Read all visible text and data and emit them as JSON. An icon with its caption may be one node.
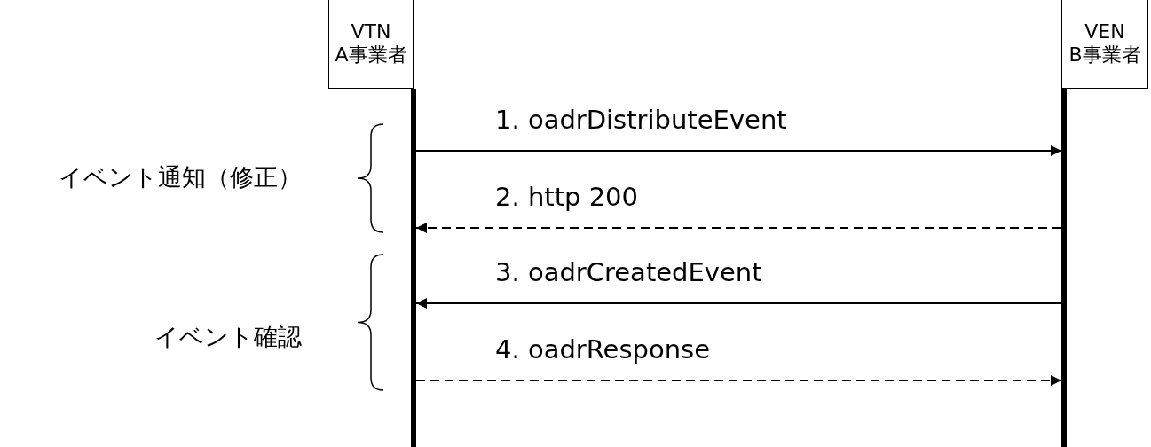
{
  "diagram": {
    "nodes": [
      {
        "text": [
          "VTN",
          "A事業者"
        ]
      },
      {
        "text": [
          "VEN",
          "B事業者"
        ]
      },
      {
        "text": [],
        "shape": "bar"
      },
      {
        "text": [],
        "shape": "bar"
      }
    ],
    "edges": [
      {
        "from": 2,
        "to": 3,
        "arrow": "to",
        "label": "1. oadrDistributeEvent"
      },
      {
        "from": 3,
        "to": 2,
        "arrow": "to",
        "label": "2. http 200",
        "style": "dashed"
      },
      {
        "from": 3,
        "to": 2,
        "arrow": "to",
        "label": "3. oadrCreatedEvent"
      },
      {
        "from": 2,
        "to": 3,
        "arrow": "to",
        "label": "4. oadrResponse",
        "style": "dashed"
      }
    ],
    "labels": [
      "イベント通知（修正）",
      "イベント確認"
    ]
  }
}
